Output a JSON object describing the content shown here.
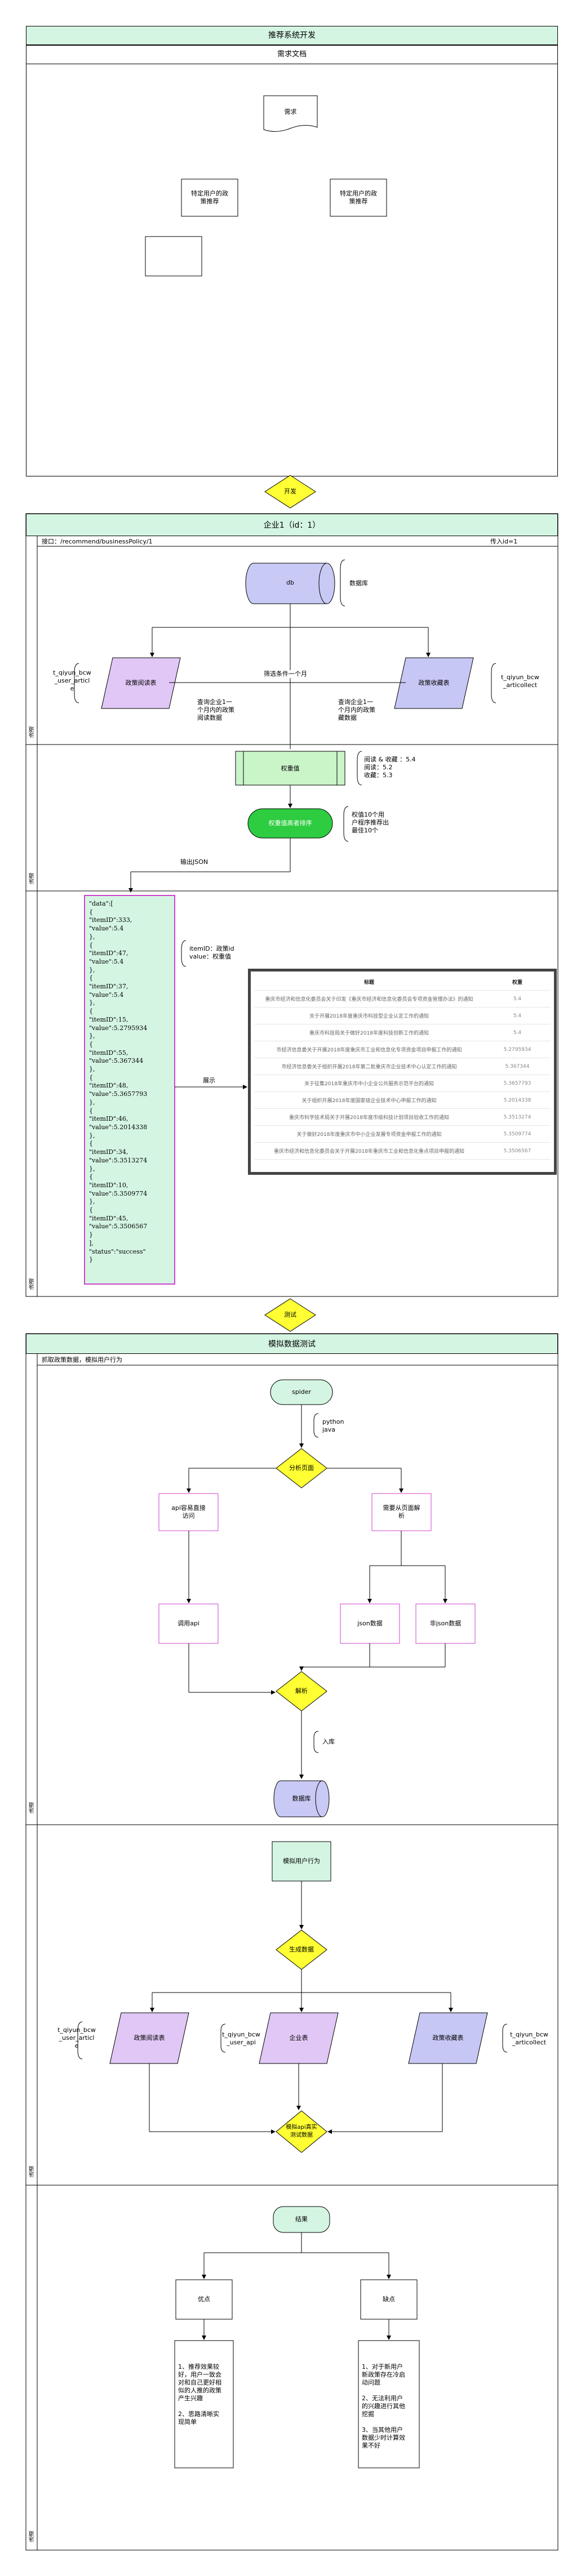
{
  "pools": {
    "main_title": "推荐系统开发",
    "requirements": "需求文档",
    "company": "企业1（id：1）",
    "simulation": "模拟数据测试"
  },
  "req": {
    "doc": "需求",
    "left": "特定用户的政\n策推荐",
    "right": "特定用户的政\n策推荐"
  },
  "diamonds": {
    "develop": "开发",
    "test": "测试"
  },
  "company": {
    "api": "接口：/recommend/businessPolicy/1",
    "param": "传入id=1",
    "db": "db",
    "db_note": "数据库",
    "read_table": "政策阅读表",
    "collect_table": "政策收藏表",
    "t_read": "t_qiyun_bcw\n_user_articl\ne",
    "t_collect": "t_qiyun_bcw\n_articollect",
    "filter": "筛选条件一个月",
    "q_read": "查询企业1一\n个月内的政策\n阅读数据",
    "q_collect": "查询企业1一\n个月内的政策\n藏数据",
    "weight": "权重值",
    "weight_note": "阅读 & 收藏 ：5.4\n阅读：5.2\n收藏：5.3",
    "recommend": "权重值高者排序",
    "rec_note": "权值10个用\n户程序推荐出\n最佳10个",
    "output": "输出JSON",
    "itemid_note": "itemID：政策id\nvalue：权重值",
    "show": "展示",
    "json": "\"data\":[\n{\n\"itemID\":333,\n\"value\":5.4\n},\n{\n\"itemID\":47,\n\"value\":5.4\n},\n{\n\"itemID\":37,\n\"value\":5.4\n},\n{\n\"itemID\":15,\n\"value\":5.2795934\n},\n{\n\"itemID\":55,\n\"value\":5.367344\n},\n{\n\"itemID\":48,\n\"value\":5.3657793\n},\n{\n\"itemID\":46,\n\"value\":5.2014338\n},\n{\n\"itemID\":34,\n\"value\":5.3513274\n},\n{\n\"itemID\":10,\n\"value\":5.3509774\n},\n{\n\"itemID\":45,\n\"value\":5.3506567\n}\n],\n\"status\":\"success\"\n}"
  },
  "result_table": {
    "headers": [
      "标题",
      "权重"
    ],
    "rows": [
      [
        "重庆市经济和信息化委员会关于印发《重庆市经济和信息化委员会专项资金管理办法》的通知",
        "5.4"
      ],
      [
        "关于开展2018年度重庆市科技型企业认定工作的通知",
        "5.4"
      ],
      [
        "重庆市科技局关于做好2018年度科技创新工作的通知",
        "5.4"
      ],
      [
        "市经济信息委关于开展2018年度重庆市工业和信息化专项资金项目申报工作的通知",
        "5.2795934"
      ],
      [
        "市经济信息委关于组织开展2018年第二批重庆市企业技术中心认定工作的通知",
        "5.367344"
      ],
      [
        "关于征集2018年重庆市中小企业公共服务示范平台的通知",
        "5.3657793"
      ],
      [
        "关于组织开展2018年度国家级企业技术中心申报工作的通知",
        "5.2014338"
      ],
      [
        "重庆市科学技术局关于开展2018年度市级科技计划项目验收工作的通知",
        "5.3513274"
      ],
      [
        "关于做好2018年度重庆市中小企业发展专项资金申报工作的通知",
        "5.3509774"
      ],
      [
        "重庆市经济和信息化委员会关于开展2018年重庆市工业和信息化重点项目申报的通知",
        "5.3506567"
      ]
    ]
  },
  "sim": {
    "desc": "抓取政策数据，模拟用户行为",
    "spider": "spider",
    "lang": "python\njava",
    "analyze": "分析页面",
    "api_access": "api容易直接\n访问",
    "page_parse": "需要从页面解\n析",
    "call_api": "调用api",
    "json_data": "json数据",
    "non_json": "非json数据",
    "parse": "解析",
    "store": "入库",
    "database": "数据库",
    "simulate_user": "模拟用户行为",
    "gen_data": "生成数据",
    "read_table": "政策阅读表",
    "t_read": "t_qiyun_bcw\n_user_articl\ne",
    "company_table": "企业表",
    "t_company": "t_qiyun_bcw\n_user_api",
    "collect_table": "政策收藏表",
    "t_collect": "t_qiyun_bcw\n_articollect",
    "merge": "模拟api真实\n测试数据",
    "result": "结果",
    "pros": "优点",
    "cons": "缺点",
    "pros_text": "1、推荐效果较\n好，用户一致会\n对和自己更好相\n似的人推的政策\n产生兴趣\n\n2、思路清晰实\n现简单",
    "cons_text": "1、对于新用户\n新政策存在冷启\n动问题\n\n2、无法利用户\n的兴趣进行其他\n挖掘\n\n3、当其他用户\n数据少时计算效\n果不好"
  },
  "lanes": {
    "lane_label": "泳道"
  },
  "colors": {
    "pool_header": "#d5f5e3",
    "read_fill": "#e1c7f5",
    "collect_fill": "#c7c7f5",
    "db_fill": "#c9c9f5",
    "green_fill": "#2ecc40",
    "yellow": "#ffff33",
    "mint": "#d5f5e3",
    "json_border": "#cc44cc"
  }
}
